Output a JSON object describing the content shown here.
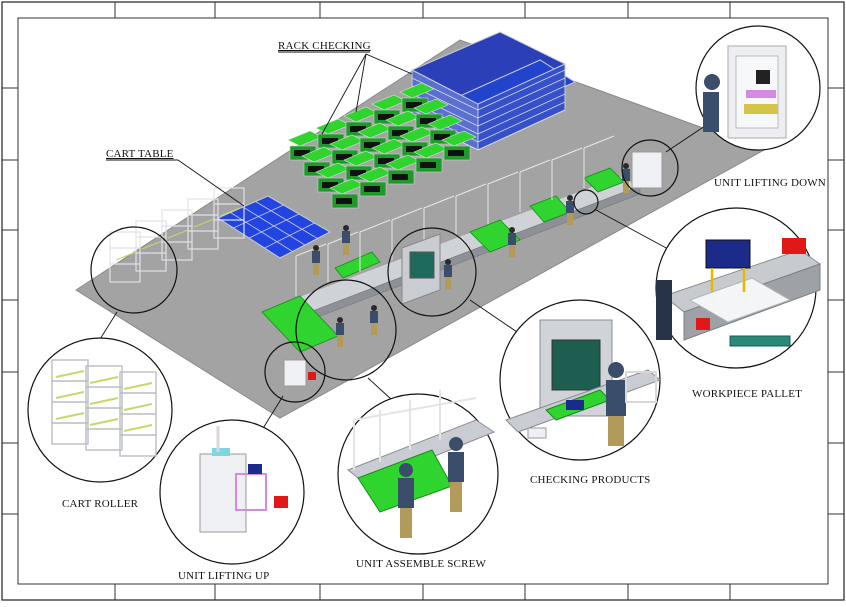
{
  "labels": {
    "rack_checking": "RACK CHECKING",
    "cart_table": "CART TABLE",
    "unit_lifting_down": "UNIT LIFTING DOWN",
    "workpiece_pallet": "WORKPIECE PALLET",
    "checking_products": "CHECKING PRODUCTS",
    "unit_assemble_screw": "UNIT ASSEMBLE SCREW",
    "unit_lifting_up": "UNIT LIFTING UP",
    "cart_roller": "CART ROLLER"
  },
  "colors": {
    "floor": "#a3a3a3",
    "frame": "#d6d8dc",
    "green_table": "#2fd42f",
    "rack_green": "#1d9a2a",
    "blue_shelf": "#1e3fd6",
    "blue_cart": "#2244e0",
    "worker_shirt": "#3a4d6a",
    "worker_pants": "#b29a5a",
    "cabinet": "#e9ebef",
    "red": "#e01818"
  }
}
